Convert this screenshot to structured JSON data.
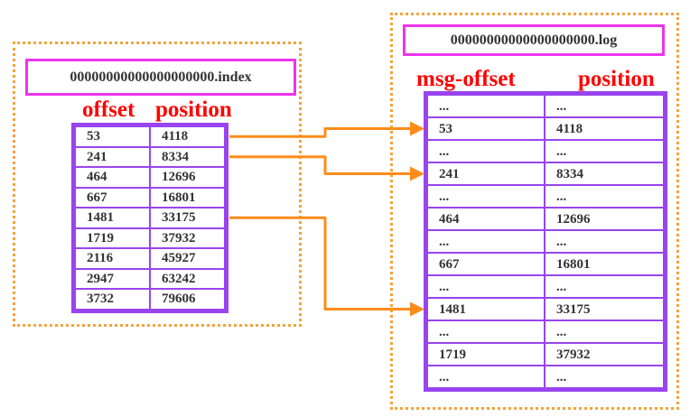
{
  "index_file": {
    "filename": "00000000000000000000.index",
    "headers": {
      "offset": "offset",
      "position": "position"
    },
    "rows": [
      [
        "53",
        "4118"
      ],
      [
        "241",
        "8334"
      ],
      [
        "464",
        "12696"
      ],
      [
        "667",
        "16801"
      ],
      [
        "1481",
        "33175"
      ],
      [
        "1719",
        "37932"
      ],
      [
        "2116",
        "45927"
      ],
      [
        "2947",
        "63242"
      ],
      [
        "3732",
        "79606"
      ]
    ]
  },
  "log_file": {
    "filename": "00000000000000000000.log",
    "headers": {
      "msg_offset": "msg-offset",
      "position": "position"
    },
    "rows": [
      [
        "...",
        "..."
      ],
      [
        "53",
        "4118"
      ],
      [
        "...",
        "..."
      ],
      [
        "241",
        "8334"
      ],
      [
        "...",
        "..."
      ],
      [
        "464",
        "12696"
      ],
      [
        "...",
        "..."
      ],
      [
        "667",
        "16801"
      ],
      [
        "...",
        "..."
      ],
      [
        "1481",
        "33175"
      ],
      [
        "...",
        "..."
      ],
      [
        "1719",
        "37932"
      ],
      [
        "...",
        "..."
      ]
    ]
  },
  "arrows": [
    {
      "from_index_row": 0,
      "to_log_row": 1
    },
    {
      "from_index_row": 1,
      "to_log_row": 3
    },
    {
      "from_index_row": 4,
      "to_log_row": 9
    }
  ],
  "colors": {
    "dotted_border": "#f4a33b",
    "file_box_border": "#ee33ee",
    "table_border": "#9944ee",
    "header_text": "#ff0000",
    "arrow": "#ff8c1a",
    "cell_text": "#333333"
  }
}
